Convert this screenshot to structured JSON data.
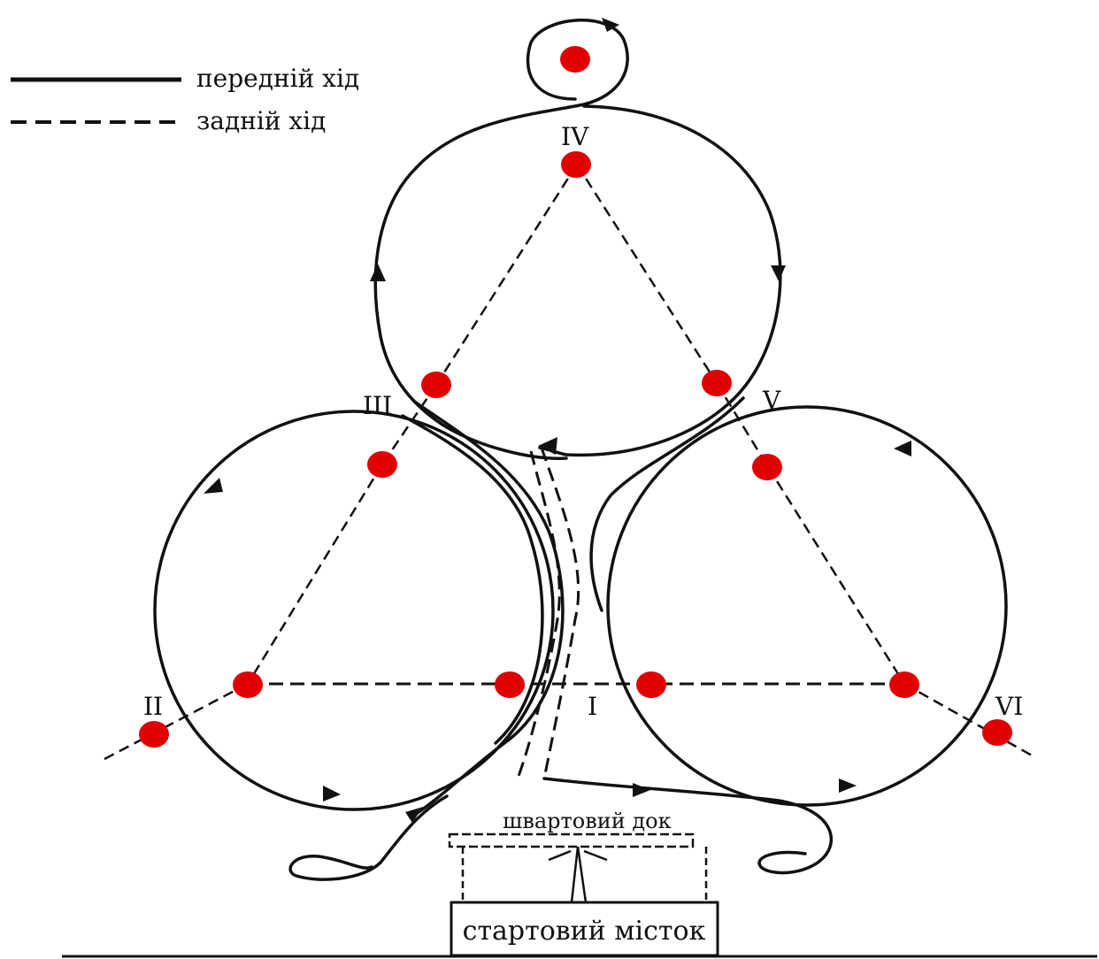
{
  "legend": {
    "forward_label": "передній хід",
    "reverse_label": "задній хід"
  },
  "points": {
    "I": "I",
    "II": "II",
    "III": "III",
    "IV": "IV",
    "V": "V",
    "VI": "VI"
  },
  "dock_label": "швартовий док",
  "bridge_label": "стартовий місток",
  "colors": {
    "marker": "#e00000",
    "line": "#111111"
  }
}
